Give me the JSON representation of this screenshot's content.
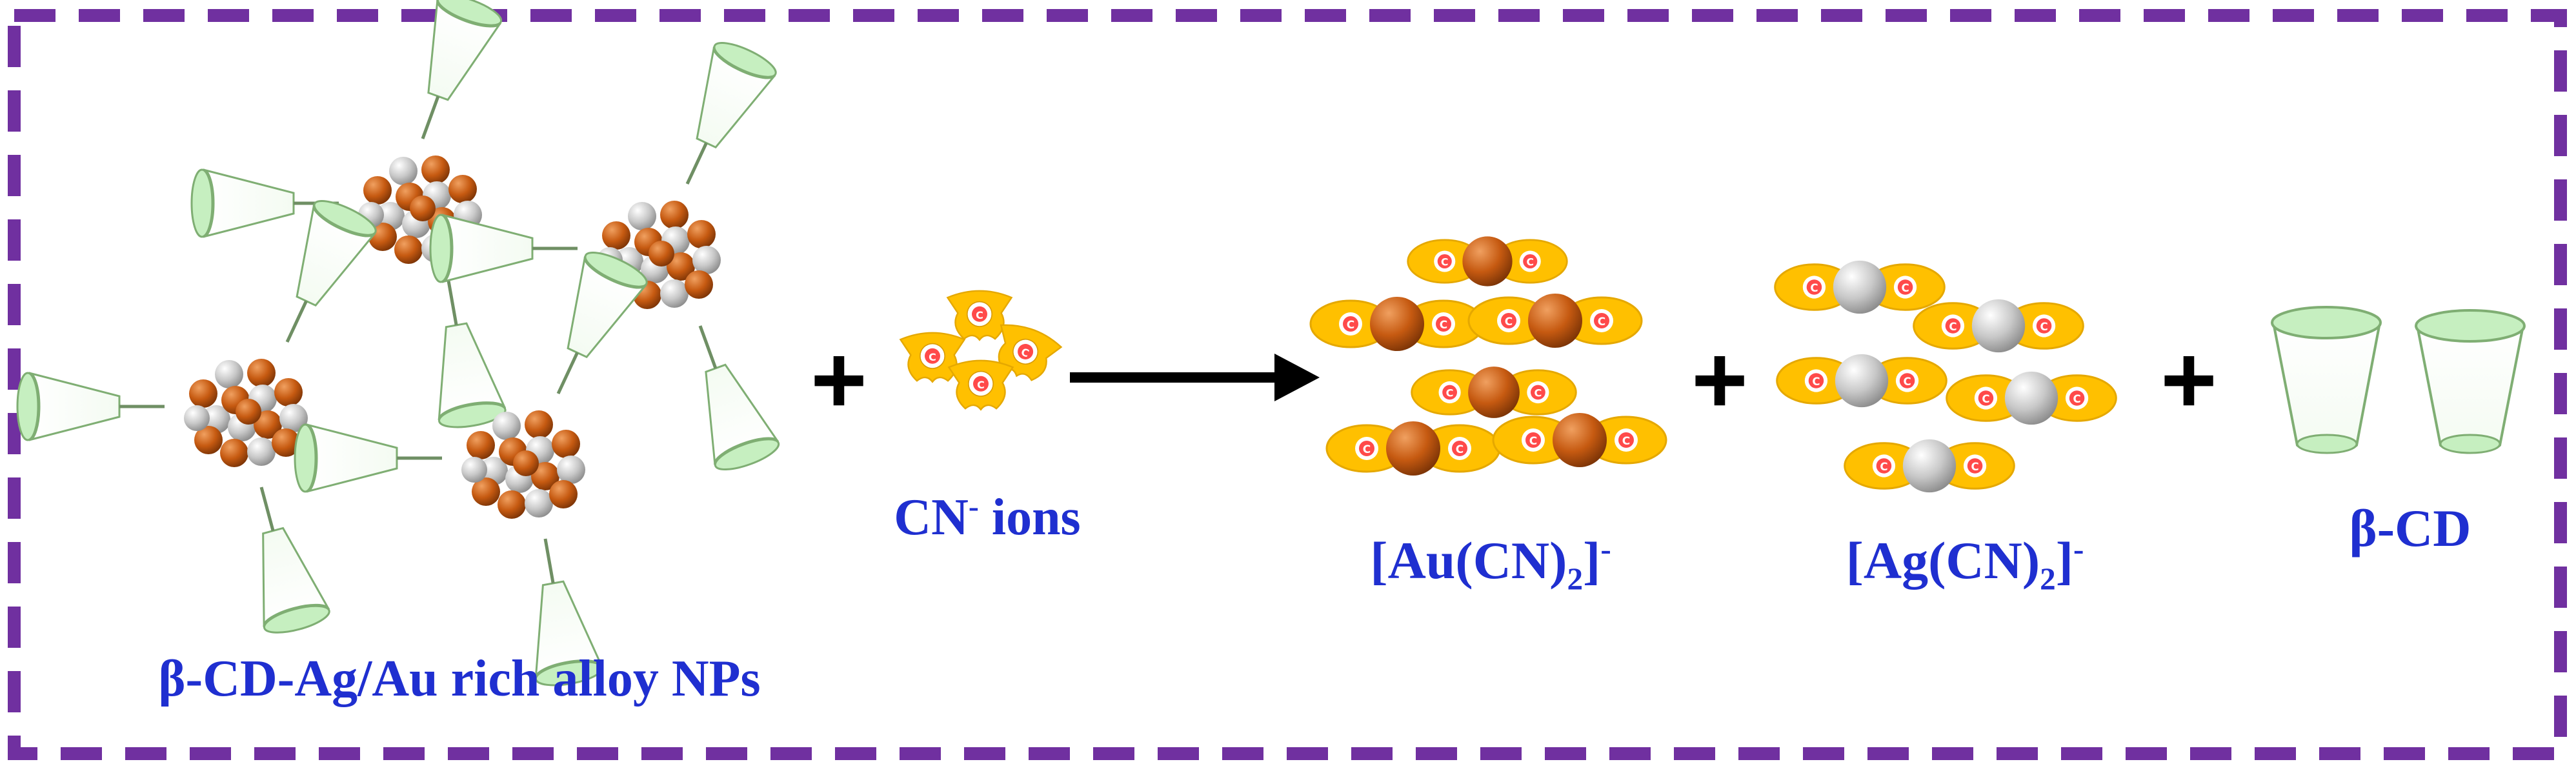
{
  "labels": {
    "nps": "β-CD-Ag/Au rich alloy NPs",
    "cn_main": "CN",
    "cn_sup": "-",
    "cn_tail": " ions",
    "au_open": "[Au(CN)",
    "au_sub": "2",
    "au_close": "]",
    "au_sup": "-",
    "ag_open": "[Ag(CN)",
    "ag_sub": "2",
    "ag_close": "]",
    "ag_sup": "-",
    "cd": "β-CD"
  },
  "operators": {
    "plus": "+"
  },
  "colors": {
    "border": "#7030a0",
    "label": "#1f2fd0",
    "gold": "#c65a11",
    "silver": "#bfbfbf",
    "cyanide": "#ffc000",
    "cyclodextrin": "#c6efc0",
    "arrow": "#000000"
  }
}
